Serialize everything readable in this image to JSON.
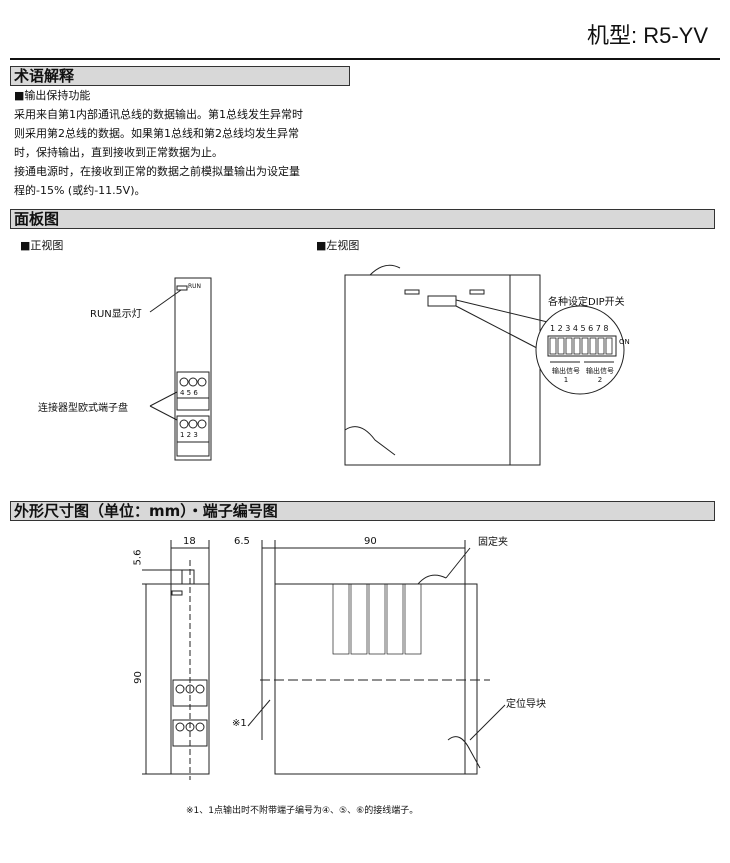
{
  "header": {
    "model_label": "机型: R5-YV"
  },
  "sections": {
    "terms": {
      "title": "术语解释",
      "subtitle": "■输出保持功能",
      "lines": [
        "采用来自第1内部通讯总线的数据输出。第1总线发生异常时",
        "则采用第2总线的数据。如果第1总线和第2总线均发生异常",
        "时，保持输出，直到接收到正常数据为止。",
        "接通电源时，在接收到正常的数据之前模拟量输出为设定量",
        "程的-15% (或约-11.5V)。"
      ]
    },
    "panel": {
      "title": "面板图",
      "front_view": "■正视图",
      "left_view": "■左视图",
      "run_label": "RUN显示灯",
      "run_text": "RUN",
      "terminal_label": "连接器型欧式端子盘",
      "dip_label": "各种设定DIP开关",
      "dip_numbers": "1 2 3 4 5 6 7 8",
      "on": "ON",
      "out1": "输出信号",
      "out1n": "1",
      "out2": "输出信号",
      "out2n": "2",
      "top_terms": "4 5 6",
      "bottom_terms": "1 2 3"
    },
    "dimensions": {
      "title": "外形尺寸图（单位：mm）・端子编号图",
      "w18": "18",
      "h56": "5.6",
      "h90": "90",
      "d65": "6.5",
      "d90": "90",
      "clip": "固定夹",
      "guide": "定位导块",
      "note_mark": "※1",
      "note": "※1、1点输出时不附带端子编号为④、⑤、⑥的接线端子。"
    }
  }
}
